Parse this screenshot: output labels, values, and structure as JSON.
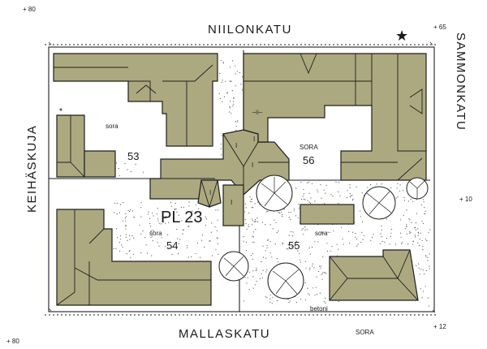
{
  "streets": {
    "north": "NIILONKATU",
    "south": "MALLASKATU",
    "west": "KEIHÄSKUJA",
    "east": "SAMMONKATU"
  },
  "block_label": "PL 23",
  "plots": [
    "53",
    "54",
    "55",
    "56"
  ],
  "surface_labels": {
    "plot53": "sora",
    "plot54": "sora",
    "plot55": "sora",
    "plot56": "SORA",
    "street_south": "SORA",
    "concrete": "betoni"
  },
  "elevations": {
    "top_left": "+ 80",
    "top_right": "+ 65",
    "right": "+ 10",
    "bottom_left": "+ 80",
    "bottom_right": "+ 12"
  },
  "symbols": {
    "star": "★",
    "stair_marks": [
      "I",
      "I",
      "I",
      "I",
      "I"
    ],
    "cross_mark": "⊣⊢"
  },
  "colors": {
    "building_fill": "#aca980",
    "outline": "#1e1e1e",
    "background": "#ffffff"
  }
}
